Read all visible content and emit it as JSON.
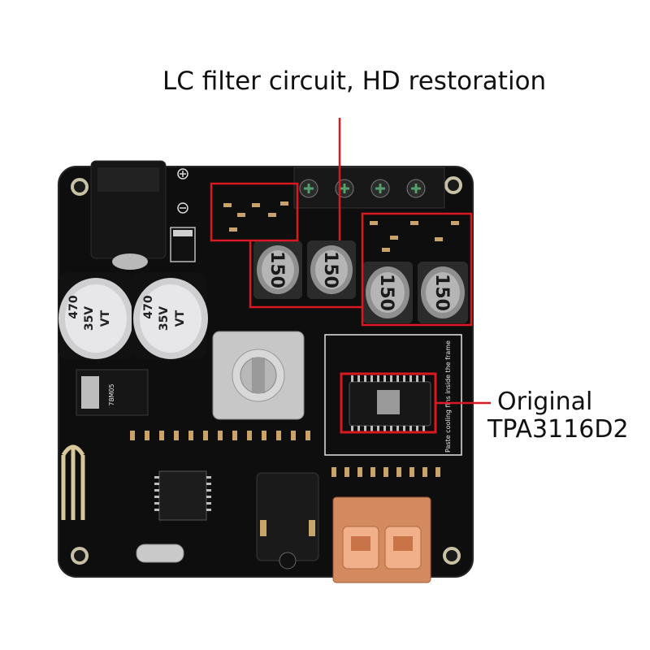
{
  "annotations": {
    "top_caption": "LC filter circuit, HD restoration",
    "right_caption_line1": "Original",
    "right_caption_line2": "TPA3116D2",
    "highlight_color": "#d9181f"
  },
  "board": {
    "pcb_color": "#0e0e0e",
    "capacitor_labels": [
      {
        "line1": "470",
        "line2": "35V",
        "line3": "VT"
      },
      {
        "line1": "470",
        "line2": "35V",
        "line3": "VT"
      }
    ],
    "inductor_labels": [
      "150",
      "150",
      "150",
      "150"
    ],
    "regulator_label": "78M05",
    "chip_note": "Paste cooling fins inside the frame"
  },
  "icons": [
    "dc-power-jack-icon",
    "speaker-terminal-icon",
    "potentiometer-knob-icon",
    "audio-jack-icon",
    "usb-port-icon",
    "bluetooth-antenna-icon"
  ]
}
